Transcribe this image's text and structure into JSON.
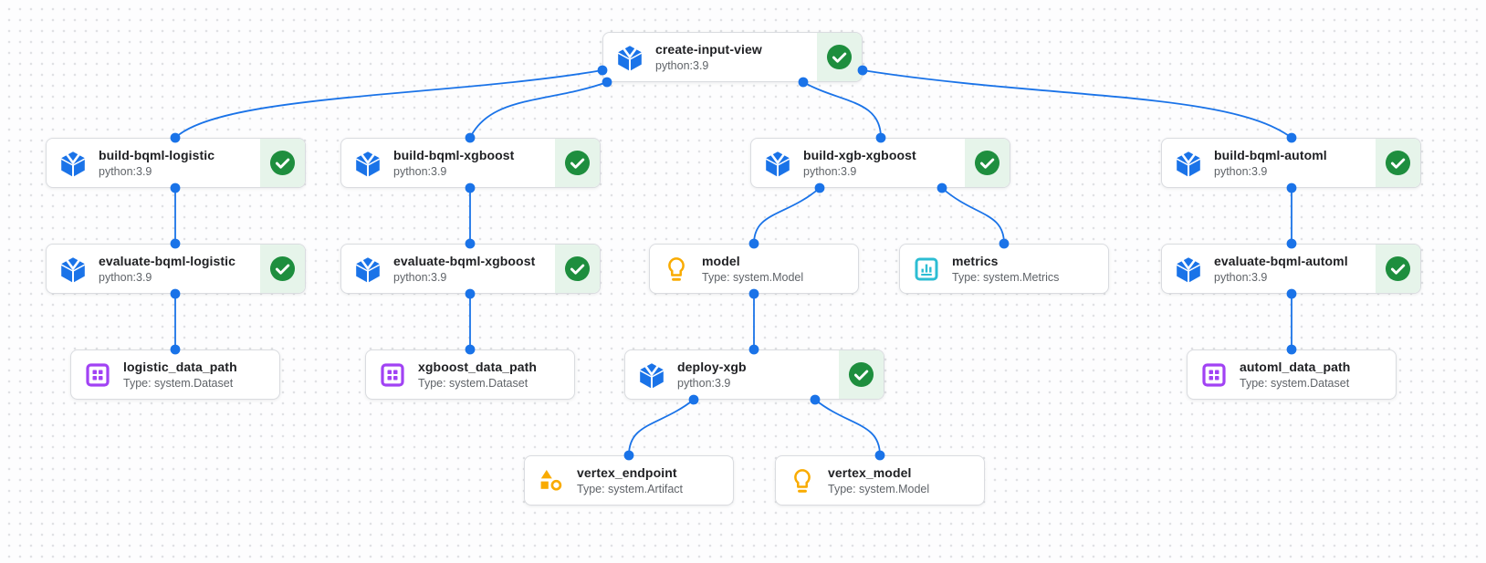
{
  "palette": {
    "edge_blue": "#1a73e8",
    "node_border": "#dadce0",
    "node_bg": "#ffffff",
    "status_panel_bg": "#e6f4ea",
    "status_green": "#1e8e3e",
    "title_color": "#202124",
    "subtitle_color": "#5f6368",
    "component_blue": "#1a73e8",
    "dataset_purple": "#a142f4",
    "model_amber": "#f9ab00",
    "metrics_cyan": "#2cbdd3",
    "artifact_amber": "#f9ab00"
  },
  "nodes": [
    {
      "label": "create-input-view",
      "sublabel": "python:3.9",
      "kind": "execution",
      "icon": "component-cube-icon",
      "status": "succeeded"
    },
    {
      "label": "build-bqml-logistic",
      "sublabel": "python:3.9",
      "kind": "execution",
      "icon": "component-cube-icon",
      "status": "succeeded"
    },
    {
      "label": "build-bqml-xgboost",
      "sublabel": "python:3.9",
      "kind": "execution",
      "icon": "component-cube-icon",
      "status": "succeeded"
    },
    {
      "label": "build-xgb-xgboost",
      "sublabel": "python:3.9",
      "kind": "execution",
      "icon": "component-cube-icon",
      "status": "succeeded"
    },
    {
      "label": "build-bqml-automl",
      "sublabel": "python:3.9",
      "kind": "execution",
      "icon": "component-cube-icon",
      "status": "succeeded"
    },
    {
      "label": "evaluate-bqml-logistic",
      "sublabel": "python:3.9",
      "kind": "execution",
      "icon": "component-cube-icon",
      "status": "succeeded"
    },
    {
      "label": "evaluate-bqml-xgboost",
      "sublabel": "python:3.9",
      "kind": "execution",
      "icon": "component-cube-icon",
      "status": "succeeded"
    },
    {
      "label": "model",
      "sublabel": "Type: system.Model",
      "kind": "artifact",
      "icon": "model-lightbulb-icon"
    },
    {
      "label": "metrics",
      "sublabel": "Type: system.Metrics",
      "kind": "artifact",
      "icon": "metrics-chart-icon"
    },
    {
      "label": "evaluate-bqml-automl",
      "sublabel": "python:3.9",
      "kind": "execution",
      "icon": "component-cube-icon",
      "status": "succeeded"
    },
    {
      "label": "logistic_data_path",
      "sublabel": "Type: system.Dataset",
      "kind": "artifact",
      "icon": "dataset-grid-icon"
    },
    {
      "label": "xgboost_data_path",
      "sublabel": "Type: system.Dataset",
      "kind": "artifact",
      "icon": "dataset-grid-icon"
    },
    {
      "label": "deploy-xgb",
      "sublabel": "python:3.9",
      "kind": "execution",
      "icon": "component-cube-icon",
      "status": "succeeded"
    },
    {
      "label": "automl_data_path",
      "sublabel": "Type: system.Dataset",
      "kind": "artifact",
      "icon": "dataset-grid-icon"
    },
    {
      "label": "vertex_endpoint",
      "sublabel": "Type: system.Artifact",
      "kind": "artifact",
      "icon": "artifact-shapes-icon"
    },
    {
      "label": "vertex_model",
      "sublabel": "Type: system.Model",
      "kind": "artifact",
      "icon": "model-lightbulb-icon"
    }
  ],
  "edges": [
    {
      "from": "create-input-view",
      "to": "build-bqml-logistic"
    },
    {
      "from": "create-input-view",
      "to": "build-bqml-xgboost"
    },
    {
      "from": "create-input-view",
      "to": "build-xgb-xgboost"
    },
    {
      "from": "create-input-view",
      "to": "build-bqml-automl"
    },
    {
      "from": "build-bqml-logistic",
      "to": "evaluate-bqml-logistic"
    },
    {
      "from": "evaluate-bqml-logistic",
      "to": "logistic_data_path"
    },
    {
      "from": "build-bqml-xgboost",
      "to": "evaluate-bqml-xgboost"
    },
    {
      "from": "evaluate-bqml-xgboost",
      "to": "xgboost_data_path"
    },
    {
      "from": "build-xgb-xgboost",
      "to": "model"
    },
    {
      "from": "build-xgb-xgboost",
      "to": "metrics"
    },
    {
      "from": "model",
      "to": "deploy-xgb"
    },
    {
      "from": "build-bqml-automl",
      "to": "evaluate-bqml-automl"
    },
    {
      "from": "evaluate-bqml-automl",
      "to": "automl_data_path"
    },
    {
      "from": "deploy-xgb",
      "to": "vertex_endpoint"
    },
    {
      "from": "deploy-xgb",
      "to": "vertex_model"
    }
  ]
}
